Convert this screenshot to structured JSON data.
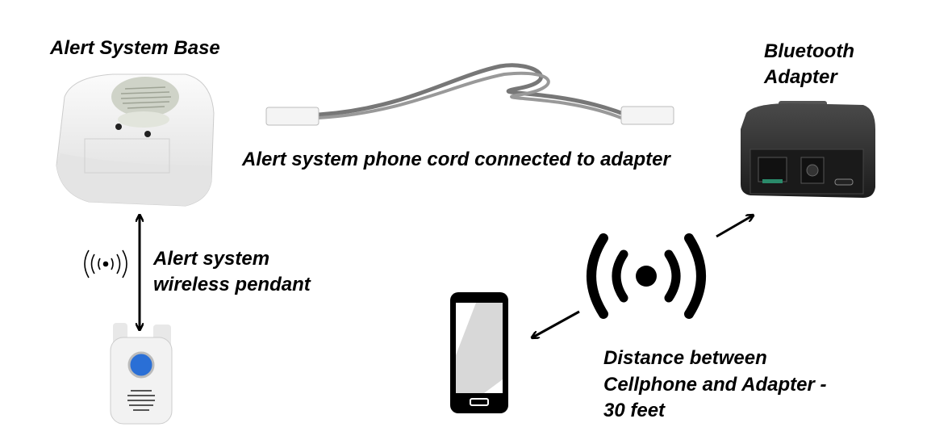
{
  "labels": {
    "base": "Alert System Base",
    "cord": "Alert system phone cord connected to adapter",
    "adapter_line1": "Bluetooth",
    "adapter_line2": "Adapter",
    "pendant_line1": "Alert system",
    "pendant_line2": "wireless pendant",
    "distance_line1": "Distance between",
    "distance_line2": "Cellphone and Adapter -",
    "distance_line3": "30 feet"
  },
  "devices": {
    "base": {
      "icon": "alert-base-device",
      "color": "#f2f2f2"
    },
    "adapter": {
      "icon": "bluetooth-adapter-device",
      "color": "#2b2b2b"
    },
    "pendant": {
      "icon": "pendant-device",
      "button_color": "#2a6fd6"
    },
    "phone": {
      "icon": "smartphone-icon"
    }
  },
  "icons": [
    "wireless-signal-icon",
    "broadcast-signal-icon",
    "double-arrow-icon"
  ]
}
